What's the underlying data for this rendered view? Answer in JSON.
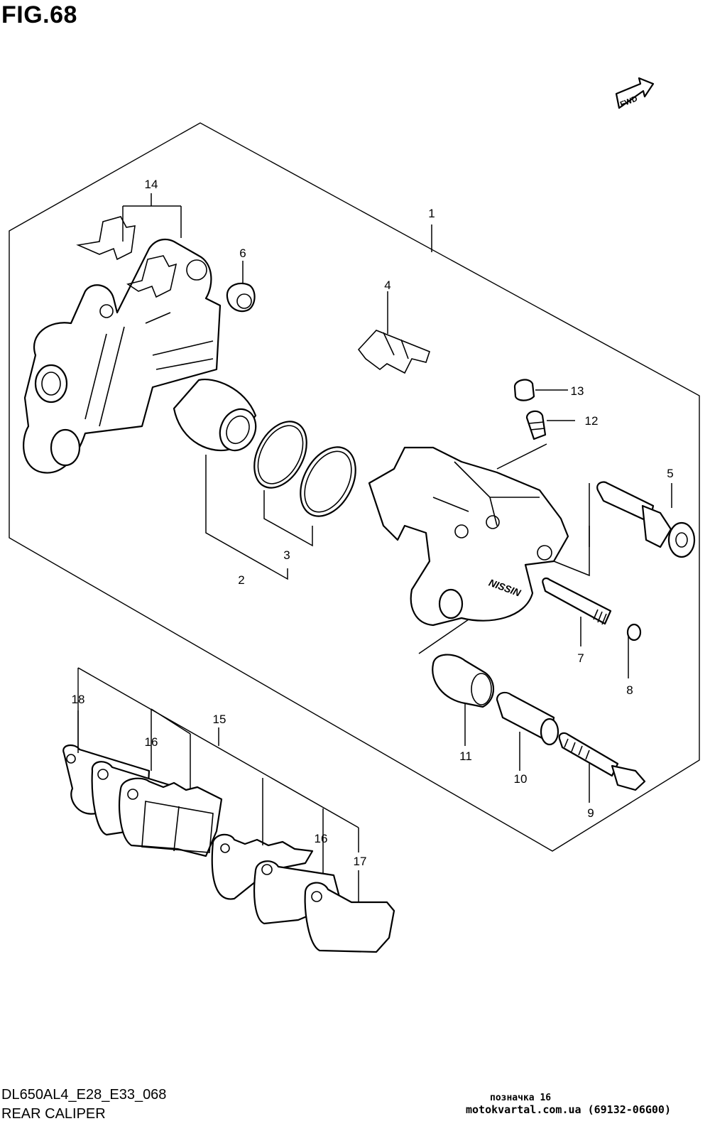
{
  "figure": {
    "title": "FIG.68",
    "code": "DL650AL4_E28_E33_068",
    "caption": "REAR CALIPER",
    "fwd_label": "FWD"
  },
  "watermark": {
    "line1": "позначка 16",
    "line2": "motokvartal.com.ua (69132-06G00)"
  },
  "callouts": [
    "1",
    "2",
    "3",
    "4",
    "5",
    "6",
    "7",
    "8",
    "9",
    "10",
    "11",
    "12",
    "13",
    "14",
    "15",
    "16",
    "16",
    "17",
    "18"
  ],
  "parts": [
    "caliper-assembly",
    "piston",
    "piston-seals",
    "pad-spring",
    "slide-pin",
    "boot",
    "pad-pin",
    "pad-pin-clip",
    "mounting-bolt",
    "sleeve",
    "sleeve-boot",
    "bleeder-valve",
    "bleeder-cap",
    "caliper-bracket",
    "pad-set",
    "shim",
    "pad",
    "pad-spring-plate"
  ]
}
